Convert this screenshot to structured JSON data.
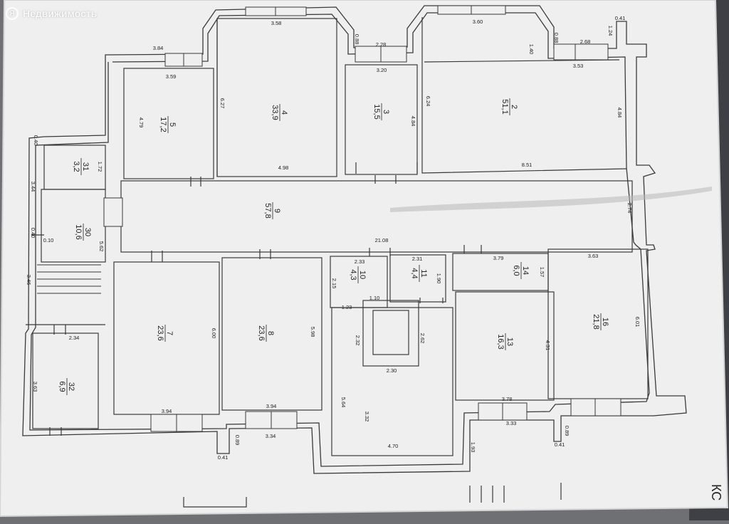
{
  "watermark": {
    "brand_glyph": "Я",
    "text": "Недвижимость"
  },
  "corner_mark": "КС",
  "rooms": [
    {
      "id": "rm-5",
      "number": "5",
      "area": "17,2"
    },
    {
      "id": "rm-4",
      "number": "4",
      "area": "33,9"
    },
    {
      "id": "rm-3",
      "number": "3",
      "area": "15,5"
    },
    {
      "id": "rm-2",
      "number": "2",
      "area": "51,1"
    },
    {
      "id": "rm-31",
      "number": "31",
      "area": "3,2"
    },
    {
      "id": "rm-30",
      "number": "30",
      "area": "10,6"
    },
    {
      "id": "rm-9",
      "number": "9",
      "area": "57,8"
    },
    {
      "id": "rm-7",
      "number": "7",
      "area": "23,6"
    },
    {
      "id": "rm-8",
      "number": "8",
      "area": "23,6"
    },
    {
      "id": "rm-10",
      "number": "10",
      "area": "4,3"
    },
    {
      "id": "rm-11",
      "number": "11",
      "area": "4,4"
    },
    {
      "id": "rm-14",
      "number": "14",
      "area": "6,0"
    },
    {
      "id": "rm-16",
      "number": "16",
      "area": "21,8"
    },
    {
      "id": "rm-13",
      "number": "13",
      "area": "16,3"
    },
    {
      "id": "rm-32",
      "number": "32",
      "area": "6,9"
    }
  ],
  "dimensions": [
    "3.58",
    "3.60",
    "0.41",
    "1.24",
    "3.84",
    "0.88",
    "2.28",
    "1.40",
    "0.88",
    "2.68",
    "3.59",
    "3.20",
    "3.53",
    "6.27",
    "4.79",
    "4.84",
    "6.24",
    "4.84",
    "4.98",
    "8.51",
    "0.40",
    "1.72",
    "3.44",
    "2.74",
    "0.40",
    "0.10",
    "5.62",
    "21.08",
    "3.46",
    "2.33",
    "2.31",
    "3.79",
    "3.63",
    "2.15",
    "1.90",
    "1.57",
    "1.10",
    "1.23",
    "2.32",
    "2.62",
    "6.00",
    "5.98",
    "2.34",
    "4.31",
    "6.01",
    "2.30",
    "5.64",
    "3.63",
    "3.94",
    "3.94",
    "3.78",
    "3.32",
    "3.34",
    "3.33",
    "0.89",
    "0.89",
    "0.41",
    "0.41",
    "4.70",
    "1.93"
  ]
}
